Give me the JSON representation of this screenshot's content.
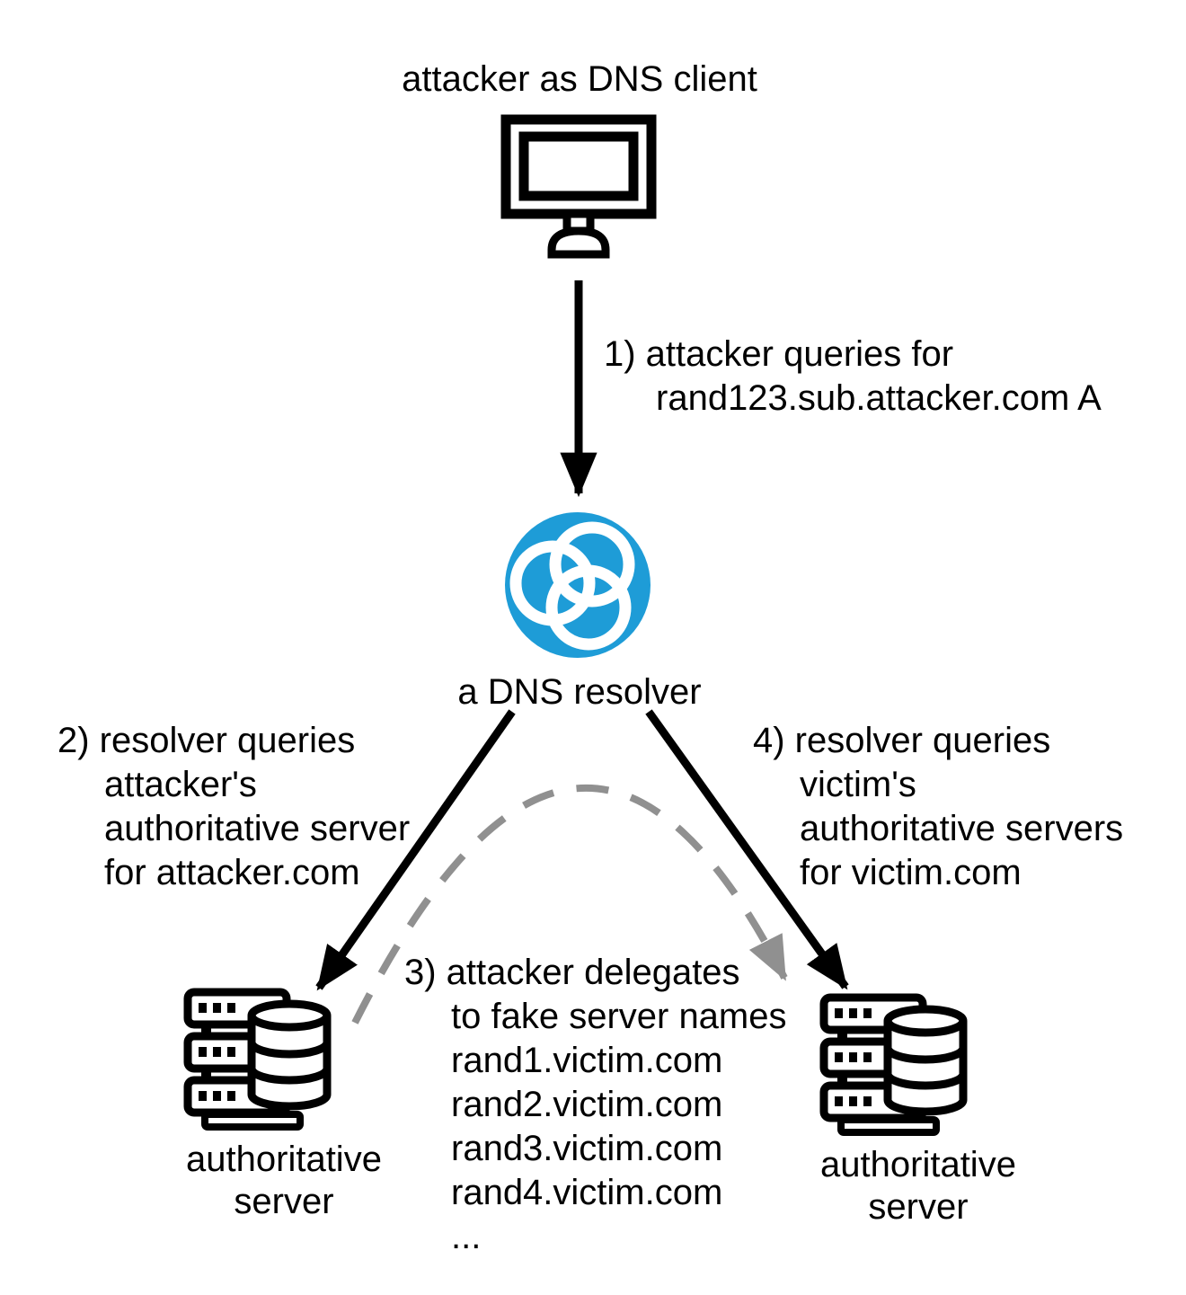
{
  "diagram": {
    "colors": {
      "resolver_blue": "#1E9CD7",
      "line_black": "#000000",
      "dashed_gray": "#909090"
    },
    "nodes": {
      "attacker_client": {
        "label": "attacker as DNS client",
        "icon": "computer-monitor-icon"
      },
      "resolver": {
        "label": "a DNS resolver",
        "icon": "dns-resolver-icon"
      },
      "left_server": {
        "icon": "server-database-icon",
        "label_lines": [
          "authoritative",
          "server"
        ]
      },
      "right_server": {
        "icon": "server-database-icon",
        "label_lines": [
          "authoritative",
          "server"
        ]
      }
    },
    "edges": {
      "step1": {
        "style": "solid-black-arrow",
        "from": "attacker_client",
        "to": "resolver",
        "label_lines": [
          "1) attacker queries for",
          "rand123.sub.attacker.com A"
        ]
      },
      "step2": {
        "style": "solid-black-arrow",
        "from": "resolver",
        "to": "left_server",
        "label_lines": [
          "2) resolver queries",
          "attacker's",
          "authoritative server",
          "for attacker.com"
        ]
      },
      "step3": {
        "style": "dashed-gray-arrow",
        "from": "left_server",
        "to": "right_server",
        "label_lines": [
          "3) attacker delegates",
          "to fake server names",
          "rand1.victim.com",
          "rand2.victim.com",
          "rand3.victim.com",
          "rand4.victim.com",
          "..."
        ]
      },
      "step4": {
        "style": "solid-black-arrow",
        "from": "resolver",
        "to": "right_server",
        "label_lines": [
          "4) resolver queries",
          "victim's",
          "authoritative servers",
          "for victim.com"
        ]
      }
    }
  }
}
